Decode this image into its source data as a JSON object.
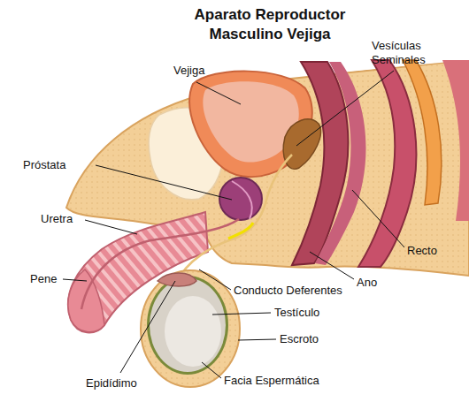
{
  "diagram": {
    "title": "Aparato Reproductor Masculino Vejiga",
    "labels": [
      "Vejiga",
      "Vesículas Seminales",
      "Próstata",
      "Uretra",
      "Pene",
      "Conducto Deferentes",
      "Testículo",
      "Escroto",
      "Recto",
      "Ano",
      "Epidídimo",
      "Facia Espermática"
    ]
  }
}
